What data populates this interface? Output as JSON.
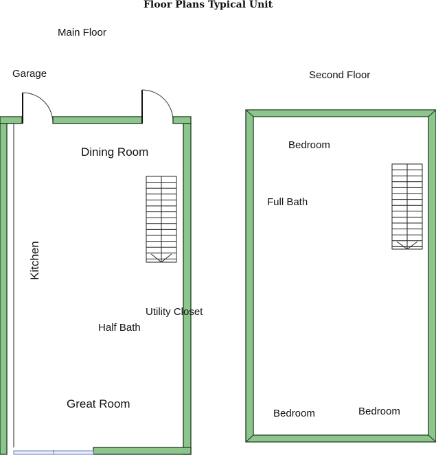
{
  "title": "Floor Plans Typical Unit",
  "main_floor": {
    "heading": "Main Floor",
    "rooms": {
      "garage": "Garage",
      "dining_room": "Dining Room",
      "kitchen": "Kitchen",
      "utility_closet": "Utility Closet",
      "half_bath": "Half Bath",
      "great_room": "Great Room"
    }
  },
  "second_floor": {
    "heading": "Second Floor",
    "rooms": {
      "bedroom_top": "Bedroom",
      "full_bath": "Full Bath",
      "bedroom_bottom_left": "Bedroom",
      "bedroom_bottom_right": "Bedroom"
    }
  },
  "colors": {
    "wall_fill": "#8dc68d",
    "wall_outline": "#1f3a1f"
  }
}
